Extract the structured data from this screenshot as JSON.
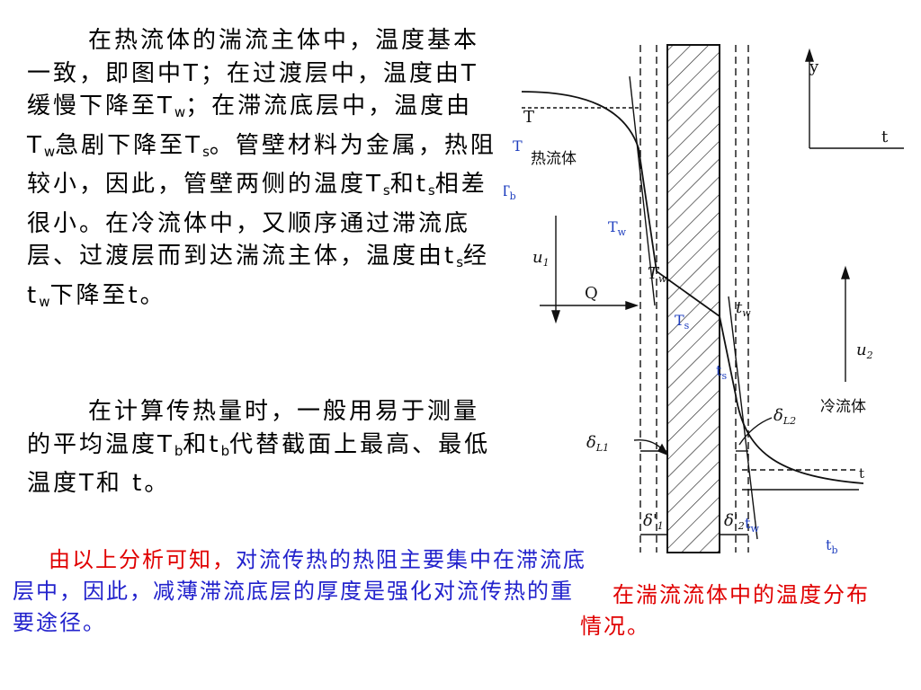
{
  "text": {
    "p1": [
      {
        "t": "在热流体的湍流主体中，温度基本一致，即图中T；在过渡层中，温度由T缓慢下降至T"
      },
      {
        "sub": "w"
      },
      {
        "t": "；在滞流底层中，温度由T"
      },
      {
        "sub": "w"
      },
      {
        "t": "急剧下降至T"
      },
      {
        "sub": "s"
      },
      {
        "t": "。管壁材料为金属，热阻较小，因此，管壁两侧的温度T"
      },
      {
        "sub": "s"
      },
      {
        "t": "和t"
      },
      {
        "sub": "s"
      },
      {
        "t": "相差很小。在冷流体中，又顺序通过滞流底层、过渡层而到达湍流主体，温度由t"
      },
      {
        "sub": "s"
      },
      {
        "t": "经t"
      },
      {
        "sub": "w"
      },
      {
        "t": "下降至t。"
      }
    ],
    "p2": [
      {
        "t": "在计算传热量时，一般用易于测量的平均温度T"
      },
      {
        "sub": "b"
      },
      {
        "t": "和t"
      },
      {
        "sub": "b"
      },
      {
        "t": "代替截面上最高、最低温度T和 t。"
      }
    ],
    "conclusion_red": "由以上分析可知，",
    "conclusion_blue": "对流传热的热阻主要集中在滞流底层中，因此，减薄滞流底层的厚度是强化对流传热的重要途径。",
    "caption": "在湍流流体中的温度分布情况。"
  },
  "diagram": {
    "colors": {
      "line": "#111111",
      "blue_label": "#1f3fbf"
    },
    "axis_y": "y",
    "axis_t": "t",
    "hot_fluid": "热流体",
    "cold_fluid": "冷流体",
    "label_T": "T",
    "label_Tw_italic": "T",
    "label_Tw_italic_sub": "w",
    "label_u1": "u",
    "label_u1_sub": "1",
    "label_Q": "Q",
    "label_tw_italic": "t",
    "label_tw_italic_sub": "w",
    "label_u2": "u",
    "label_u2_sub": "2",
    "label_dL1": "δ",
    "label_dL1_sub": "L1",
    "label_dL2": "δ",
    "label_dL2_sub": "L2",
    "label_d1": "δ'",
    "label_d1_sub": "1",
    "label_d2": "δ'",
    "label_d2_sub": "2",
    "label_t_right": "t",
    "blue_T": "T",
    "blue_Tb": "T",
    "blue_Tb_sub": "b",
    "blue_Tw": "T",
    "blue_Tw_sub": "w",
    "blue_Ts": "T",
    "blue_Ts_sub": "s",
    "blue_ts": "t",
    "blue_ts_sub": "s",
    "blue_tw": "t",
    "blue_tw_sub": "w",
    "blue_tb": "t",
    "blue_tb_sub": "b"
  }
}
